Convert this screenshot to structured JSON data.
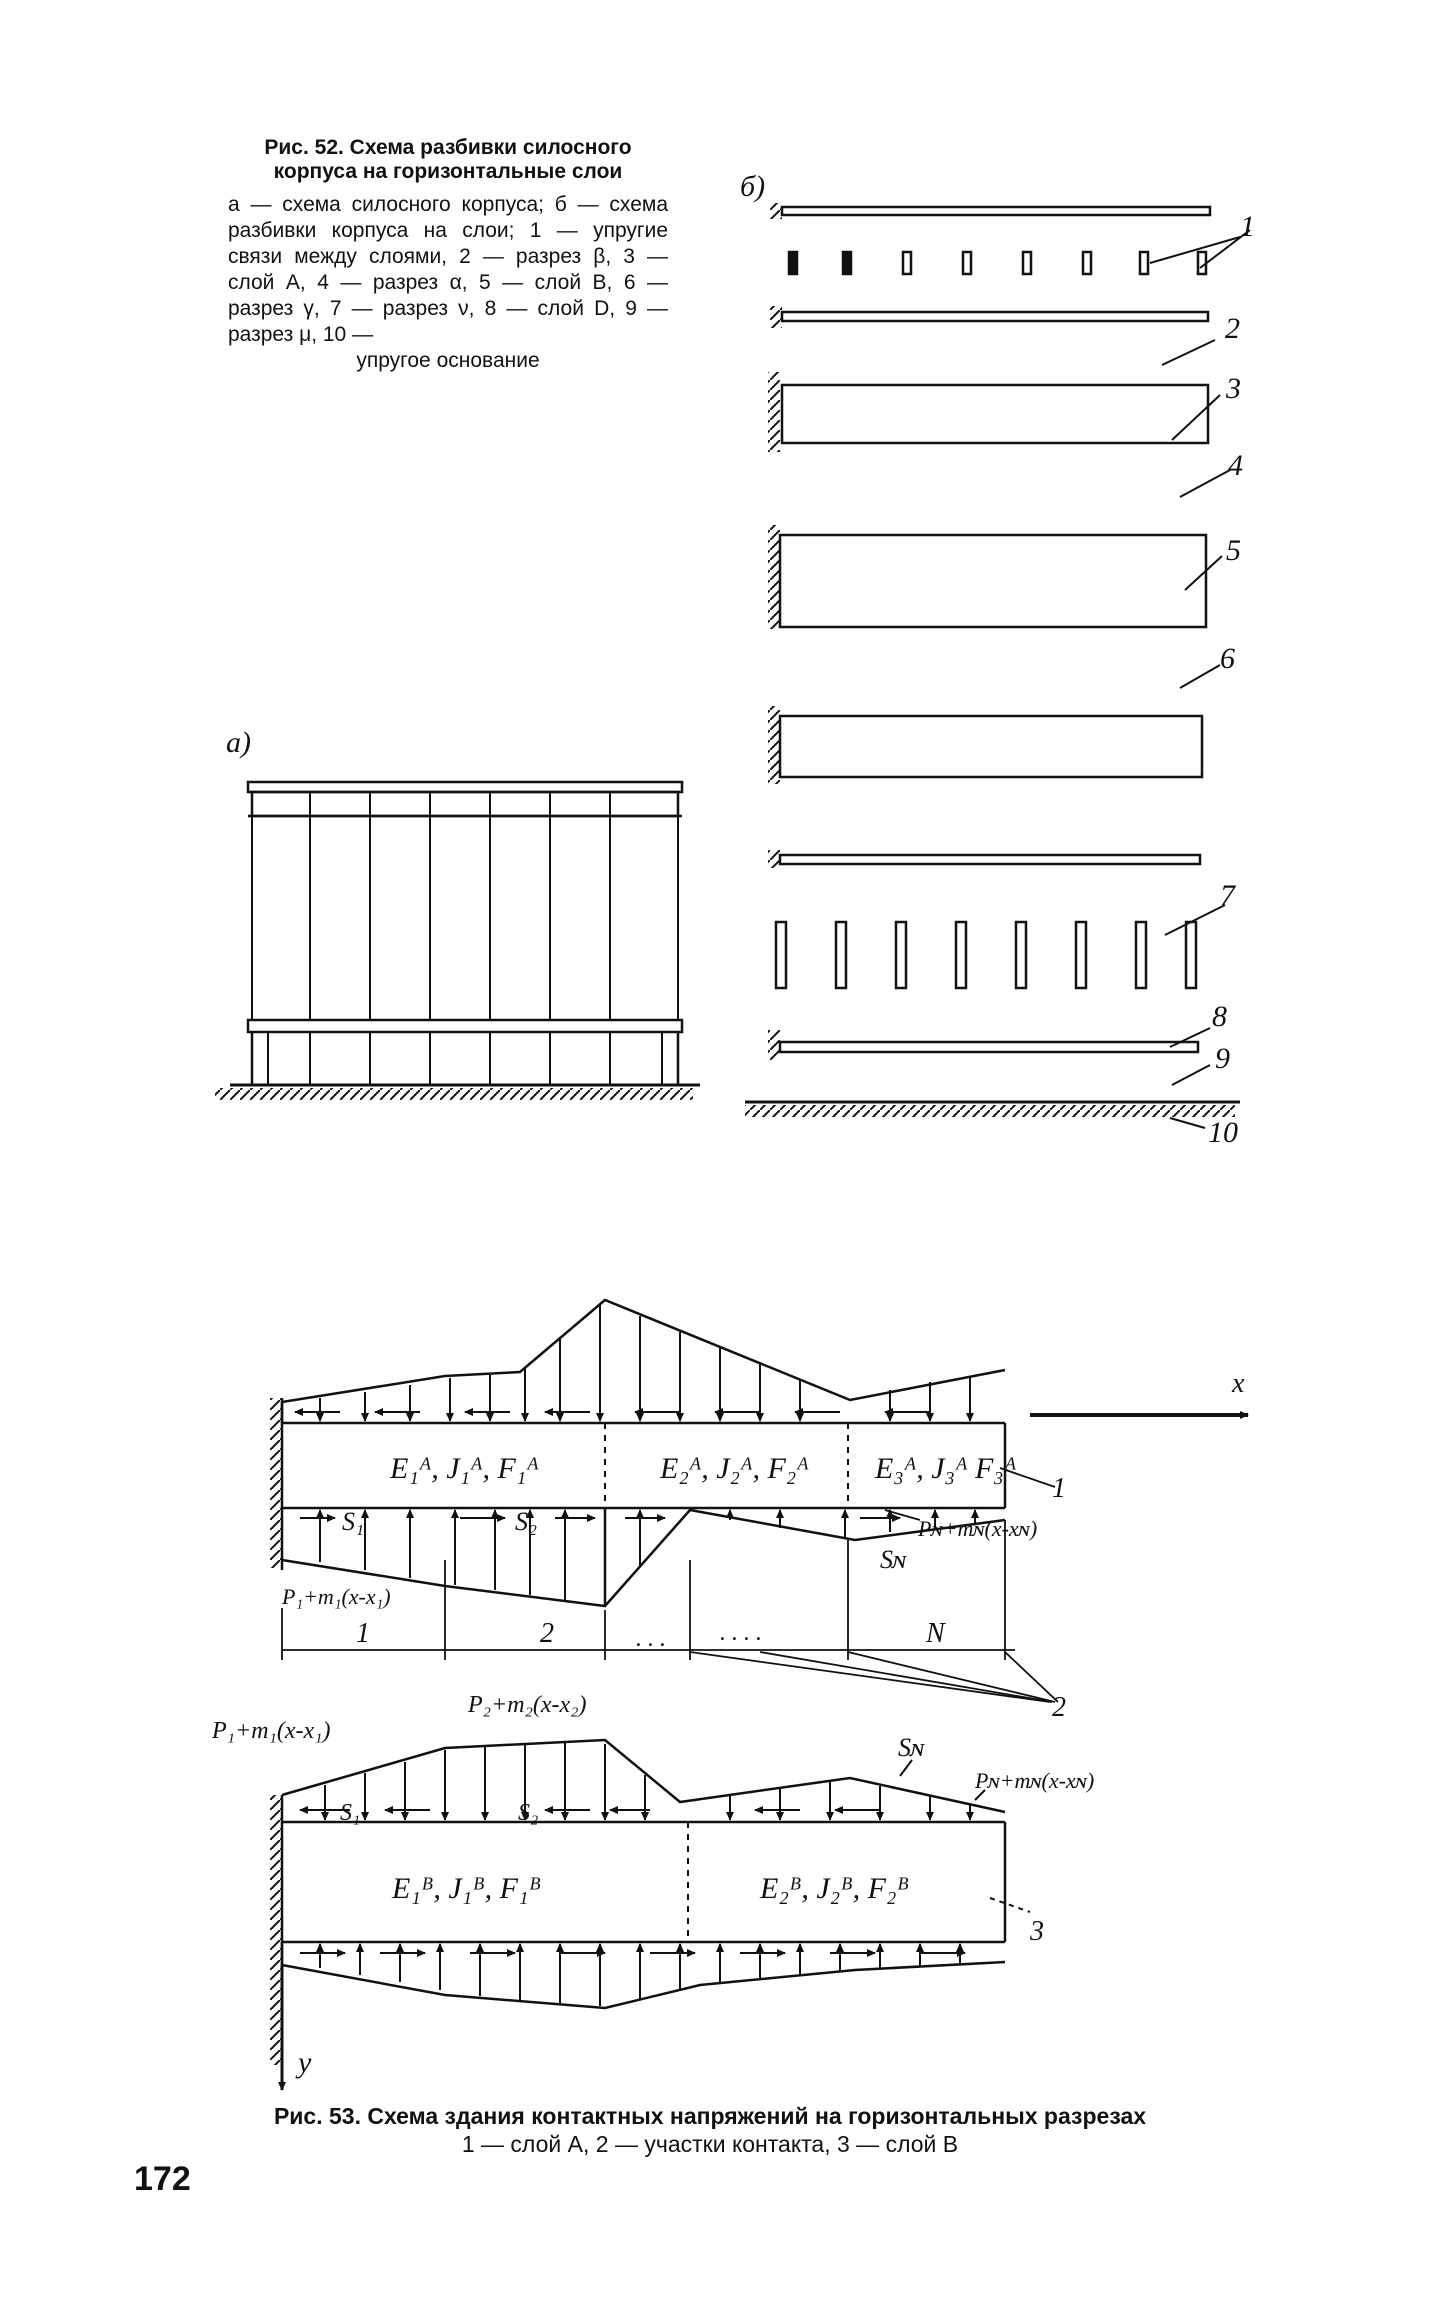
{
  "fig52": {
    "title": "Рис. 52. Схема разбивки силосного корпуса на горизонтальные слои",
    "body": "а — схема силосного корпуса; б — схема разбивки корпуса на слои; 1 — упругие связи между слоями, 2 — разрез β, 3 — слой А, 4 — разрез α, 5 — слой В, 6 — разрез γ, 7 — разрез ν, 8 — слой D, 9 — разрез μ, 10 —",
    "body_last": "упругое основание",
    "label_a": "а)",
    "label_b": "б)",
    "callouts": [
      "1",
      "2",
      "3",
      "4",
      "5",
      "6",
      "7",
      "8",
      "9",
      "10"
    ]
  },
  "fig53": {
    "title": "Рис. 53. Схема здания контактных напряжений на горизонтальных разрезах",
    "subtitle": "1 — слой А, 2 — участки контакта, 3 — слой В",
    "axis_x": "x",
    "axis_y": "y",
    "layerA": [
      "E₁ᴬ, J₁ᴬ, F₁ᴬ",
      "E₂ᴬ, J₂ᴬ, F₂ᴬ",
      "E₃ᴬ, J₃ᴬ F₃ᴬ"
    ],
    "layerB": [
      "E₁ᴮ, J₁ᴮ, F₁ᴮ",
      "E₂ᴮ, J₂ᴮ, F₂ᴮ"
    ],
    "s1": "S₁",
    "s2": "S₂",
    "sn": "Sɴ",
    "load1": "P₁+m₁(x-x₁)",
    "load2": "P₂+m₂(x-x₂)",
    "loadN": "Pɴ+mɴ(x-xɴ)",
    "seg1": "1",
    "seg2": "2",
    "segDots": ". . .",
    "segDots2": ". . . .",
    "segN": "N",
    "callout1": "1",
    "callout2": "2",
    "callout3": "3"
  },
  "page_number": "172"
}
